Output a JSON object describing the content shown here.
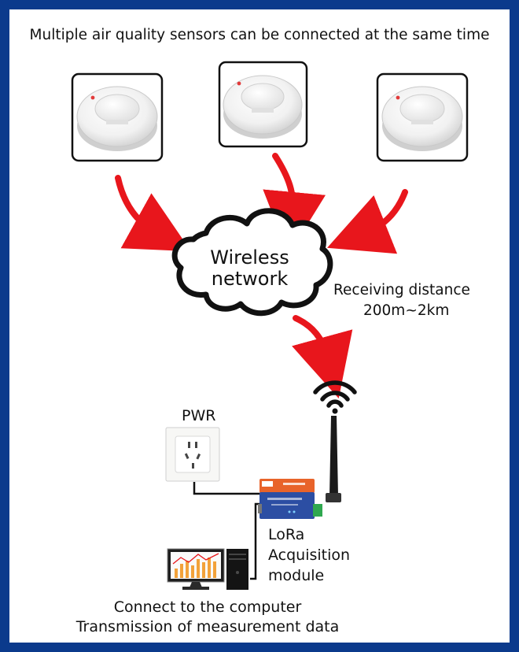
{
  "headline": "Multiple air quality sensors can be connected at the same time",
  "cloud": {
    "line1": "Wireless",
    "line2": "network"
  },
  "distance": {
    "line1": "Receiving distance",
    "line2": "200m~2km"
  },
  "power_label": "PWR",
  "module": {
    "line1": "LoRa",
    "line2": "Acquisition",
    "line3": "module"
  },
  "computer": {
    "line1": "Connect to the computer",
    "line2": "Transmission of measurement data"
  },
  "colors": {
    "frame": "#0b3a8c",
    "arrow": "#e8161c",
    "module_blue": "#2c4ea3",
    "module_orange": "#e8632a",
    "terminal_green": "#2fa84f"
  },
  "icons": [
    "smoke-detector-icon",
    "cloud-icon",
    "wifi-signal-icon",
    "power-socket-icon",
    "computer-icon",
    "antenna-icon"
  ]
}
